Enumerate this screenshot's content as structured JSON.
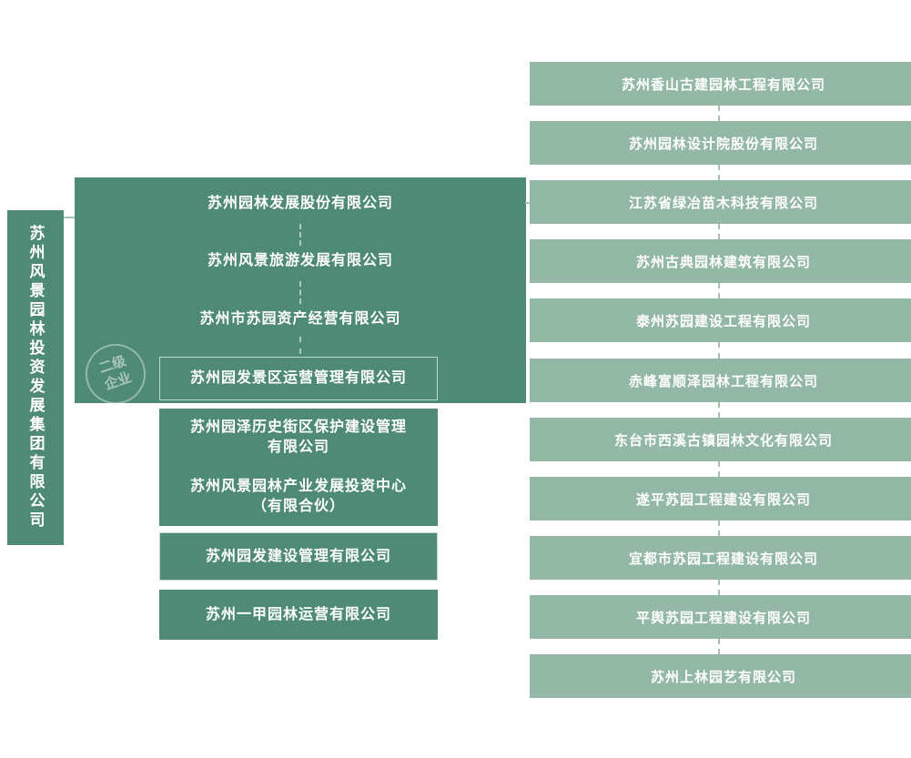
{
  "colors": {
    "dark_green": "#4e8a76",
    "light_green": "#94b8a6",
    "dash": "#a3c4b3",
    "text": "#ffffff"
  },
  "root": {
    "label": "苏州风景园林投资发展集团有限公司"
  },
  "tier2": {
    "watermark": "二级企业",
    "items": [
      {
        "label": "苏州园林发展股份有限公司"
      },
      {
        "label": "苏州风景旅游发展有限公司"
      },
      {
        "label": "苏州市苏园资产经营有限公司"
      },
      {
        "label": "苏州园发景区运营管理有限公司"
      },
      {
        "label": "苏州园泽历史街区保护建设管理\n有限公司"
      },
      {
        "label": "苏州风景园林产业发展投资中心\n（有限合伙）"
      },
      {
        "label": "苏州园发建设管理有限公司"
      },
      {
        "label": "苏州一甲园林运营有限公司"
      }
    ]
  },
  "tier3": {
    "items": [
      "苏州香山古建园林工程有限公司",
      "苏州园林设计院股份有限公司",
      "江苏省绿冶苗木科技有限公司",
      "苏州古典园林建筑有限公司",
      "泰州苏园建设工程有限公司",
      "赤峰富顺泽园林工程有限公司",
      "东台市西溪古镇园林文化有限公司",
      "遂平苏园工程建设有限公司",
      "宜都市苏园工程建设有限公司",
      "平舆苏园工程建设有限公司",
      "苏州上林园艺有限公司"
    ]
  }
}
